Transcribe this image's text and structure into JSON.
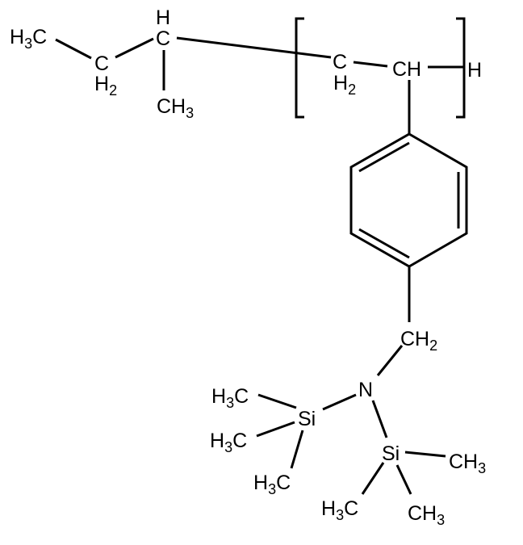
{
  "diagram": {
    "type": "chemical-structure",
    "description": "Poly(4-vinylbenzyl-N,N-bis(trimethylsilyl)amine) with sec-butyl end group and H terminus",
    "colors": {
      "line": "#000000",
      "background": "#ffffff"
    },
    "end_group": {
      "methyl_label": "H3C",
      "methylene_label": {
        "main": "C",
        "sub": "H2"
      },
      "methine_h": "H",
      "methine_c": "C",
      "branch_methyl": {
        "main": "CH",
        "sub": "3"
      }
    },
    "repeat_unit": {
      "methylene": {
        "main": "C",
        "sub": "H2"
      },
      "methine": "CH",
      "terminal_h": "H",
      "bracket_left": "[",
      "bracket_right": "]"
    },
    "side_chain": {
      "ring": "benzene",
      "benzyl_ch2": {
        "main": "CH",
        "sub": "2"
      },
      "nitrogen": "N",
      "silicon_left": "Si",
      "silicon_right": "Si",
      "left_si_methyls": [
        {
          "main": "H",
          "sub": "3",
          "tail": "C"
        },
        {
          "main": "H",
          "sub": "3",
          "tail": "C"
        },
        {
          "main": "H",
          "sub": "3",
          "tail": "C"
        }
      ],
      "right_si_methyls": [
        {
          "main": "CH",
          "sub": "3"
        },
        {
          "main": "H",
          "sub": "3",
          "tail": "C"
        },
        {
          "main": "CH",
          "sub": "3"
        }
      ]
    }
  }
}
